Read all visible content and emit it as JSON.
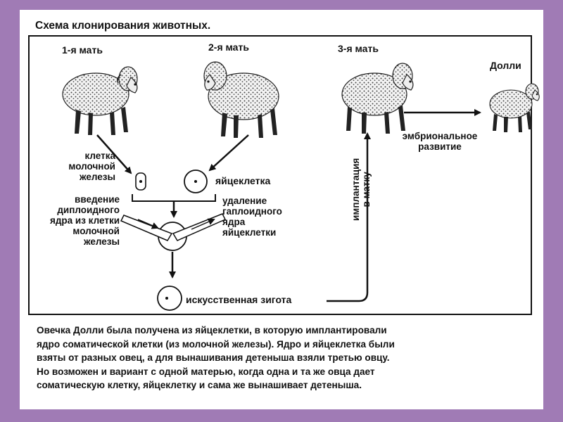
{
  "title": "Схема клонирования животных.",
  "labels": {
    "mother1": "1-я мать",
    "mother2": "2-я мать",
    "mother3": "3-я мать",
    "dolly": "Долли",
    "mammary_cell": [
      "клетка",
      "молочной",
      "железы"
    ],
    "egg_cell": "яйцеклетка",
    "intro_nucleus": [
      "введение",
      "диплоидного",
      "ядра из клетки",
      "молочной",
      "железы"
    ],
    "remove_nucleus": [
      "удаление",
      "гаплоидного",
      "ядра",
      "яйцеклетки"
    ],
    "zygote": "искусственная зигота",
    "implantation": [
      "имплантация",
      "в матку"
    ],
    "development": [
      "эмбриональное",
      "развитие"
    ]
  },
  "caption": [
    "Овечка Долли была получена из яйцеклетки, в которую имплантировали",
    "ядро соматической клетки (из молочной железы). Ядро и яйцеклетка были",
    "взяты от разных овец, а для вынашивания детеныша взяли третью овцу.",
    "Но возможен и вариант с одной матерью, когда одна и та же овца дает",
    "соматическую клетку, яйцеклетку и сама же вынашивает детеныша."
  ]
}
